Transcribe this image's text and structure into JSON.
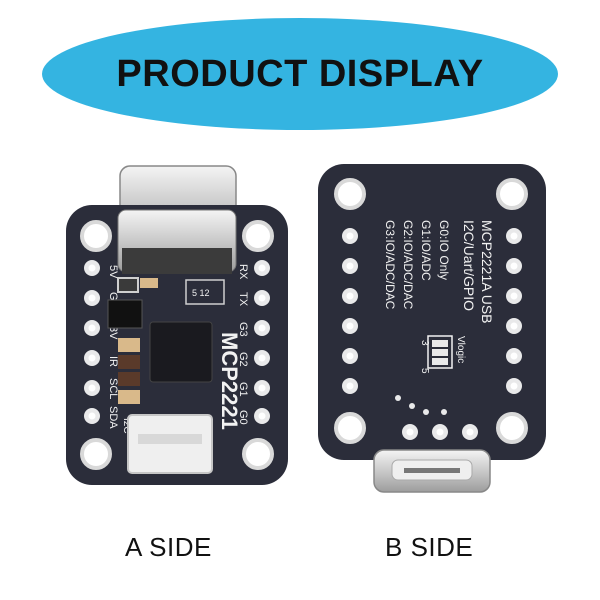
{
  "banner": {
    "title": "PRODUCT DISPLAY"
  },
  "board_a": {
    "caption": "A SIDE",
    "chip_label": "MCP2221",
    "left_pins": [
      "5V",
      "GND",
      "3V",
      "IR",
      "SCL",
      "SDA"
    ],
    "right_pins": [
      "RX",
      "TX",
      "G3",
      "G2",
      "G1",
      "G0"
    ],
    "small_label": "5 12",
    "i2c_mark": "I2C"
  },
  "board_b": {
    "caption": "B SIDE",
    "lines": [
      "MCP2221A USB",
      "I2C/Uart/GPIO",
      "G0:IO Only",
      "G1:IO/ADC",
      "G2:IO/ADC/DAC",
      "G3:IO/ADC/DAC"
    ],
    "vlogic": "Vlogic",
    "jumper_3": "3",
    "jumper_5": "5"
  },
  "colors": {
    "banner": "#34b4e1",
    "pcb": "#2b2d3a",
    "silkscreen": "#f2f2f2",
    "pad": "#e9e9ea"
  }
}
